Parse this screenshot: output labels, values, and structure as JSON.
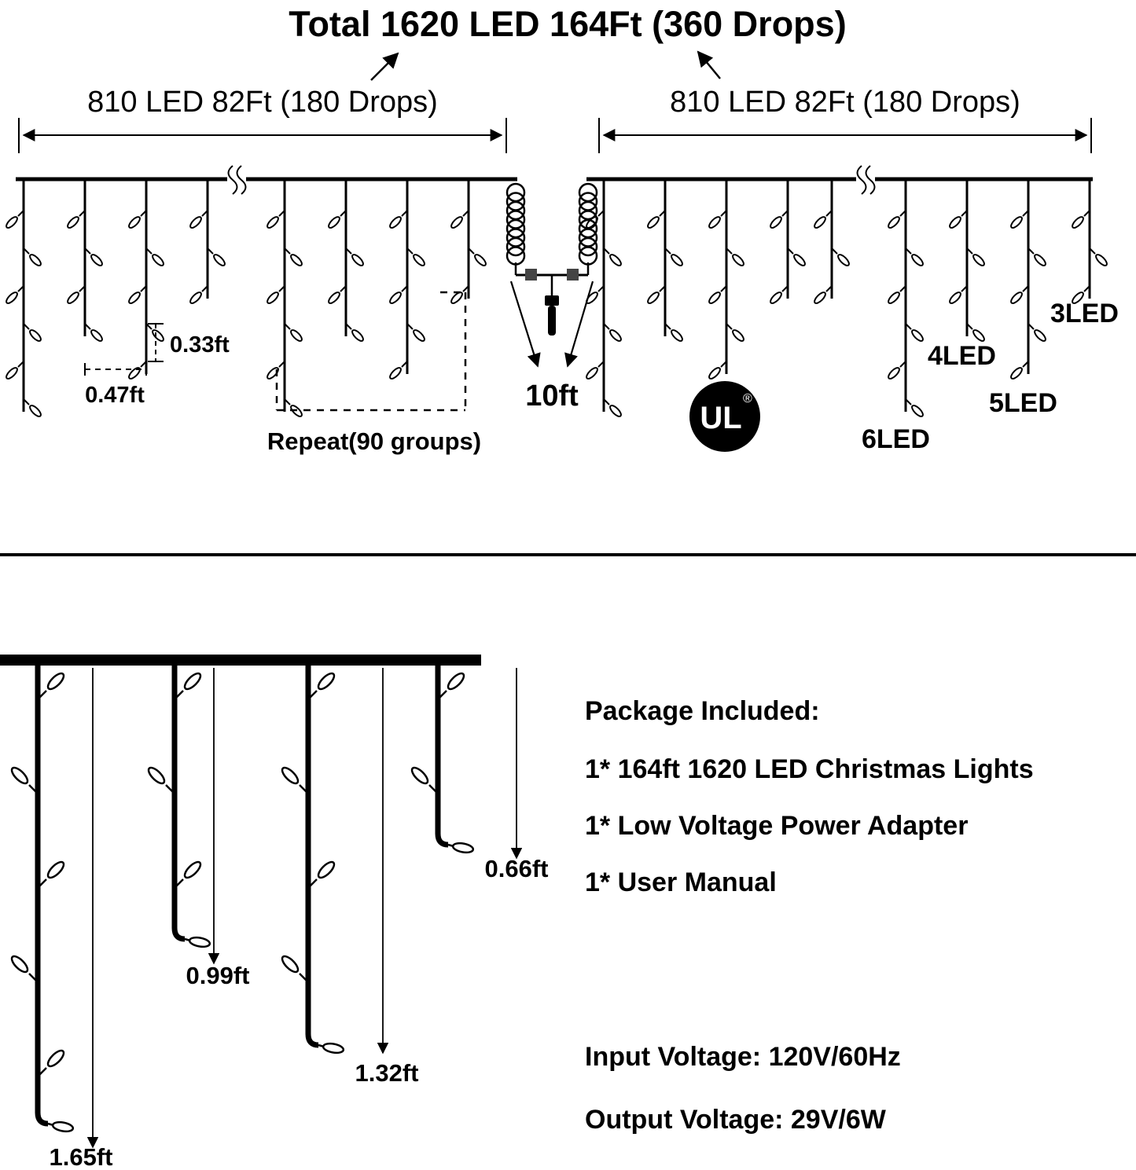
{
  "title": "Total 1620 LED 164Ft (360 Drops)",
  "spans": {
    "left": "810 LED 82Ft (180 Drops)",
    "right": "810 LED 82Ft (180 Drops)"
  },
  "measures": {
    "bulb_gap": "0.33ft",
    "drop_gap": "0.47ft",
    "lead": "10ft",
    "repeat": "Repeat(90 groups)"
  },
  "led_counts": {
    "three": "3LED",
    "four": "4LED",
    "five": "5LED",
    "six": "6LED"
  },
  "certification": {
    "mark": "UL",
    "registered": "®"
  },
  "drop_lengths": {
    "a": "1.65ft",
    "b": "0.99ft",
    "c": "1.32ft",
    "d": "0.66ft"
  },
  "package": {
    "heading": "Package Included:",
    "items": [
      "1* 164ft 1620 LED Christmas Lights",
      "1* Low Voltage Power Adapter",
      "1* User Manual"
    ]
  },
  "specs": {
    "input": "Input Voltage: 120V/60Hz",
    "output": "Output Voltage: 29V/6W"
  }
}
